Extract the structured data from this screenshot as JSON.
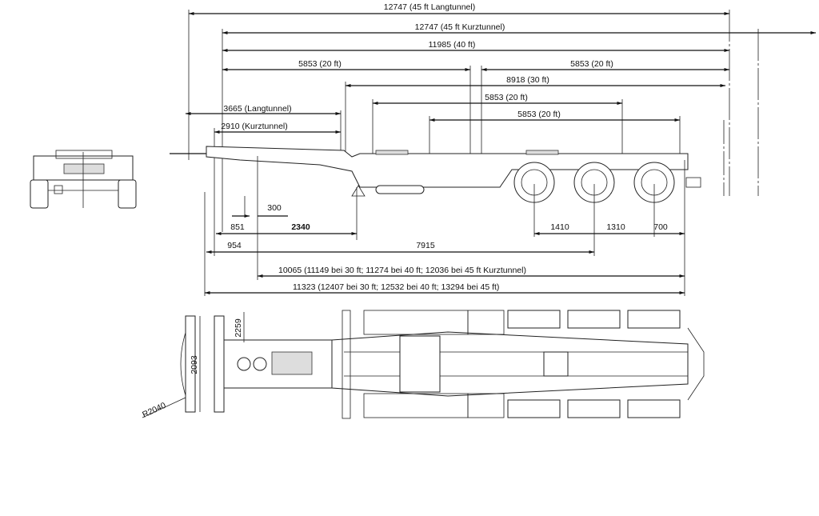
{
  "dimensions": {
    "overall_45ft_long": "12747   (45 ft Langtunnel)",
    "overall_45ft_short": "12747   (45 ft Kurztunnel)",
    "len_40ft": "11985   (40 ft)",
    "len_20ft_front": "5853   (20 ft)",
    "len_20ft_rear": "5853   (20 ft)",
    "len_30ft": "8918   (30 ft)",
    "len_20ft_mid": "5853   (20 ft)",
    "len_20ft_back": "5853   (20 ft)",
    "tunnel_long": "3665 (Langtunnel)",
    "tunnel_short": "2910 (Kurztunnel)",
    "d300": "300",
    "d851": "851",
    "d2340": "2340",
    "d954": "954",
    "d7915": "7915",
    "d1410": "1410",
    "d1310": "1310",
    "d700": "700",
    "d10065": "10065   (11149 bei 30 ft; 11274 bei 40 ft; 12036 bei 45 ft Kurztunnel)",
    "d11323": "11323   (12407 bei 30 ft; 12532 bei 40 ft; 13294 bei 45 ft)",
    "d2093": "2093",
    "d2259": "2259",
    "r2040": "R2040"
  }
}
